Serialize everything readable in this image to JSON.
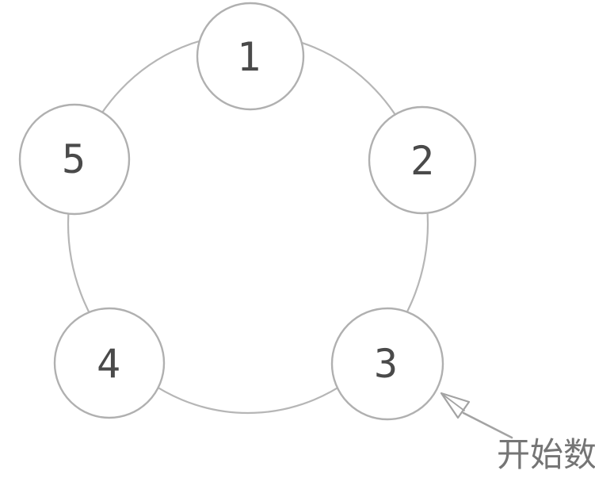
{
  "figure": {
    "type": "circle-counting-diagram",
    "nodes": [
      {
        "id": "node-1",
        "label": "1"
      },
      {
        "id": "node-2",
        "label": "2"
      },
      {
        "id": "node-3",
        "label": "3"
      },
      {
        "id": "node-4",
        "label": "4"
      },
      {
        "id": "node-5",
        "label": "5"
      }
    ],
    "annotation": {
      "label": "开始数",
      "points_to": "node-3"
    }
  },
  "colors": {
    "ring_stroke": "#b6b6b6",
    "node_stroke": "#b0b0b0",
    "node_fill": "#ffffff",
    "number_text": "#4a4a4a",
    "arrow": "#a3a3a3",
    "annotation_text": "#757575"
  }
}
